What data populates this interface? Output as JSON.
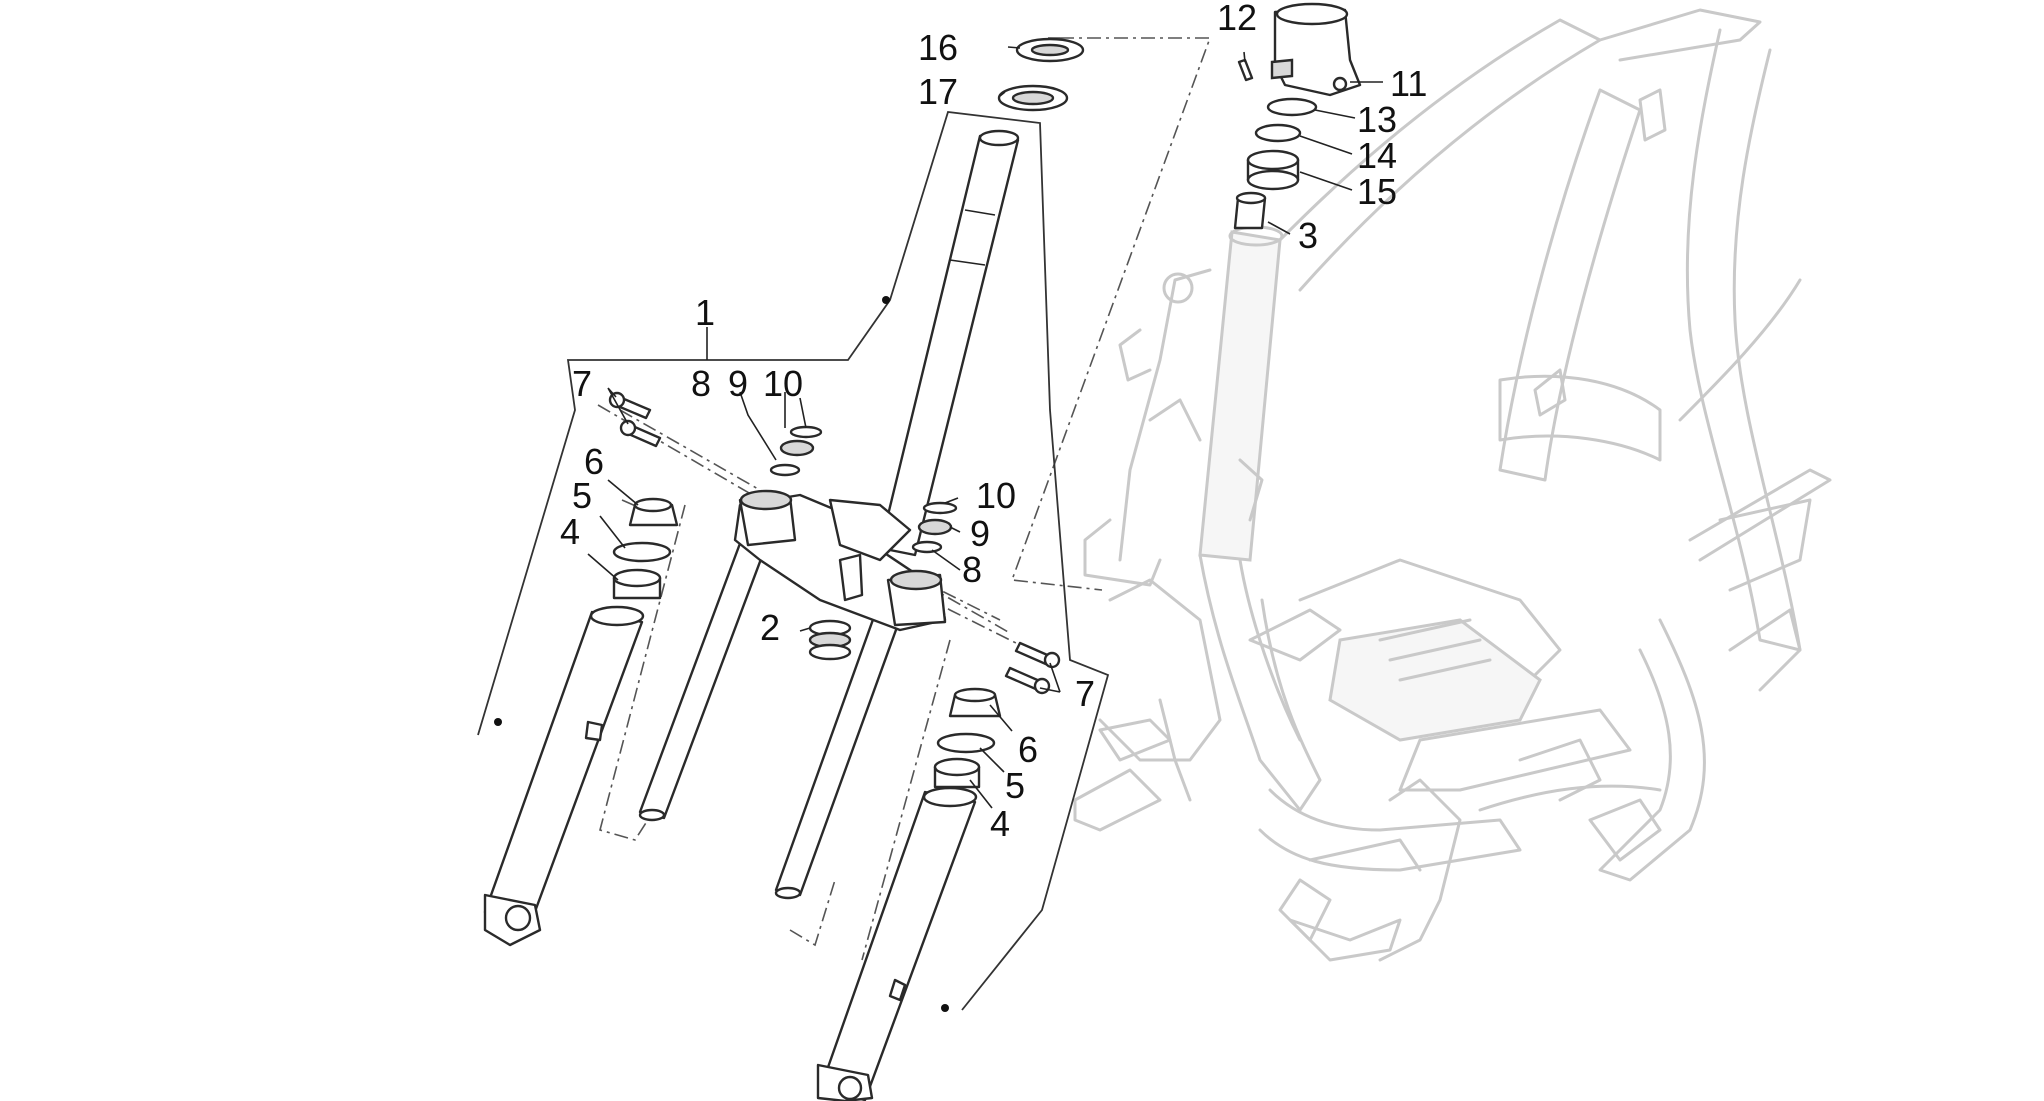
{
  "labels": {
    "c1": "1",
    "c2": "2",
    "c3": "3",
    "c4a": "4",
    "c4b": "4",
    "c5a": "5",
    "c5b": "5",
    "c6a": "6",
    "c6b": "6",
    "c7a": "7",
    "c7b": "7",
    "c8a": "8",
    "c8b": "8",
    "c9a": "9",
    "c9b": "9",
    "c10a": "10",
    "c10b": "10",
    "c11": "11",
    "c12": "12",
    "c13": "13",
    "c14": "14",
    "c15": "15",
    "c16": "16",
    "c17": "17"
  }
}
